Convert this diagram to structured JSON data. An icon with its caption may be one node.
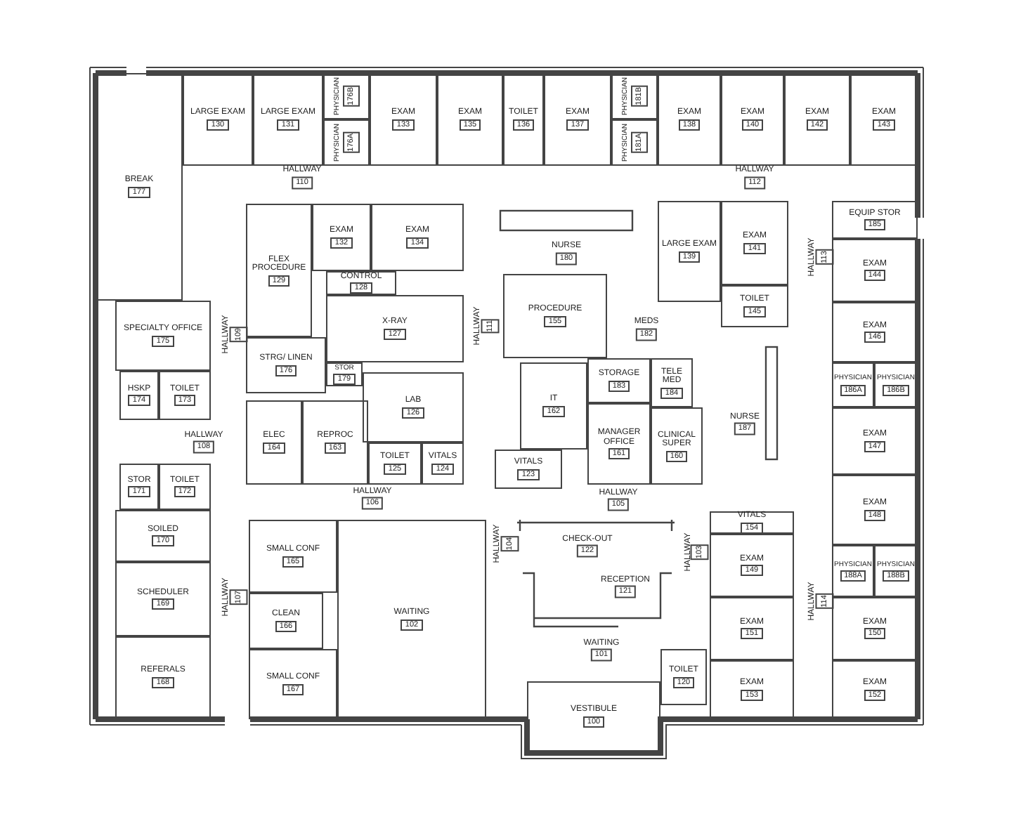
{
  "diagram": {
    "nodes": [
      {
        "text": [
          "BREAK",
          "177"
        ]
      },
      {
        "text": [
          "LARGE EXAM",
          "130"
        ]
      },
      {
        "text": [
          "LARGE EXAM",
          "131"
        ]
      },
      {
        "text": [
          "PHYSICIAN",
          "176B"
        ]
      },
      {
        "text": [
          "PHYSICIAN",
          "176A"
        ]
      },
      {
        "text": [
          "EXAM",
          "133"
        ]
      },
      {
        "text": [
          "EXAM",
          "135"
        ]
      },
      {
        "text": [
          "TOILET",
          "136"
        ]
      },
      {
        "text": [
          "EXAM",
          "137"
        ]
      },
      {
        "text": [
          "PHYSICIAN",
          "181B"
        ]
      },
      {
        "text": [
          "PHYSICIAN",
          "181A"
        ]
      },
      {
        "text": [
          "EXAM",
          "138"
        ]
      },
      {
        "text": [
          "EXAM",
          "140"
        ]
      },
      {
        "text": [
          "EXAM",
          "142"
        ]
      },
      {
        "text": [
          "EXAM",
          "143"
        ]
      },
      {
        "text": [
          "FLEX PROCEDURE",
          "129"
        ]
      },
      {
        "text": [
          "EXAM",
          "132"
        ]
      },
      {
        "text": [
          "EXAM",
          "134"
        ]
      },
      {
        "text": [
          "LARGE EXAM",
          "139"
        ]
      },
      {
        "text": [
          "EXAM",
          "141"
        ]
      },
      {
        "text": [
          "EQUIP STOR",
          "185"
        ]
      },
      {
        "text": [
          "CONTROL",
          "128"
        ]
      },
      {
        "text": [
          "X-RAY",
          "127"
        ]
      },
      {
        "text": [
          "SPECIALTY OFFICE",
          "175"
        ]
      },
      {
        "text": [
          "PROCEDURE",
          "155"
        ]
      },
      {
        "text": [
          "TOILET",
          "145"
        ]
      },
      {
        "text": [
          "EXAM",
          "144"
        ]
      },
      {
        "text": [
          "EXAM",
          "146"
        ]
      },
      {
        "text": [
          "STRG/ LINEN",
          "176"
        ]
      },
      {
        "text": [
          "STOR",
          "179"
        ]
      },
      {
        "text": [
          "STORAGE",
          "183"
        ]
      },
      {
        "text": [
          "TELE MED",
          "184"
        ]
      },
      {
        "text": [
          "PHYSICIAN",
          "186A"
        ]
      },
      {
        "text": [
          "PHYSICIAN",
          "186B"
        ]
      },
      {
        "text": [
          "HSKP",
          "174"
        ]
      },
      {
        "text": [
          "TOILET",
          "173"
        ]
      },
      {
        "text": [
          "LAB",
          "126"
        ]
      },
      {
        "text": [
          "IT",
          "162"
        ]
      },
      {
        "text": [
          "MANAGER OFFICE",
          "161"
        ]
      },
      {
        "text": [
          "CLINICAL SUPER",
          "160"
        ]
      },
      {
        "text": [
          "EXAM",
          "147"
        ]
      },
      {
        "text": [
          "ELEC",
          "164"
        ]
      },
      {
        "text": [
          "REPROC",
          "163"
        ]
      },
      {
        "text": [
          "TOILET",
          "125"
        ]
      },
      {
        "text": [
          "VITALS",
          "124"
        ]
      },
      {
        "text": [
          "STOR",
          "171"
        ]
      },
      {
        "text": [
          "TOILET",
          "172"
        ]
      },
      {
        "text": [
          "VITALS",
          "123"
        ]
      },
      {
        "text": [
          "EXAM",
          "148"
        ]
      },
      {
        "text": [
          "SOILED",
          "170"
        ]
      },
      {
        "text": [
          "SMALL CONF",
          "165"
        ]
      },
      {
        "text": [
          "WAITING",
          "102"
        ]
      },
      {
        "text": [
          "VITALS",
          "154"
        ]
      },
      {
        "text": [
          "EXAM",
          "149"
        ]
      },
      {
        "text": [
          "PHYSICIAN",
          "188A"
        ]
      },
      {
        "text": [
          "PHYSICIAN",
          "188B"
        ]
      },
      {
        "text": [
          "SCHEDULER",
          "169"
        ]
      },
      {
        "text": [
          "CLEAN",
          "166"
        ]
      },
      {
        "text": [
          "EXAM",
          "151"
        ]
      },
      {
        "text": [
          "EXAM",
          "150"
        ]
      },
      {
        "text": [
          "REFERALS",
          "168"
        ]
      },
      {
        "text": [
          "SMALL CONF",
          "167"
        ]
      },
      {
        "text": [
          "TOILET",
          "120"
        ]
      },
      {
        "text": [
          "EXAM",
          "153"
        ]
      },
      {
        "text": [
          "EXAM",
          "152"
        ]
      },
      {
        "text": [
          "VESTIBULE",
          "100"
        ]
      }
    ],
    "labels": [
      "HALLWAY",
      "110",
      "HALLWAY",
      "112",
      "NURSE",
      "180",
      "HALLWAY",
      "109",
      "HALLWAY",
      "111",
      "MEDS",
      "182",
      "HALLWAY",
      "113",
      "HALLWAY",
      "108",
      "NURSE",
      "187",
      "HALLWAY",
      "106",
      "HALLWAY",
      "105",
      "HALLWAY",
      "104",
      "CHECK-OUT",
      "122",
      "HALLWAY",
      "103",
      "RECEPTION",
      "121",
      "HALLWAY",
      "107",
      "HALLWAY",
      "114",
      "WAITING",
      "101"
    ]
  }
}
